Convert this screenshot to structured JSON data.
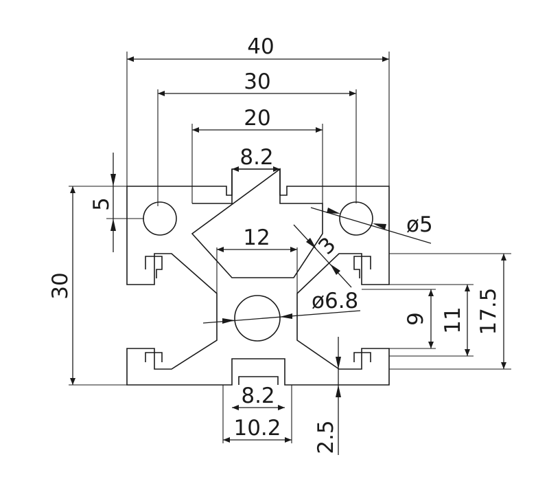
{
  "drawing": {
    "dimensions": {
      "width_outer": "40",
      "width_hole_spacing": "30",
      "width_inner": "20",
      "slot_top": "8.2",
      "web_width": "12",
      "edge_offset": "5",
      "height_total": "30",
      "hole_small": "ø5",
      "diagonal_thickness": "3",
      "hole_center": "ø6.8",
      "height_9": "9",
      "height_11": "11",
      "height_17_5": "17.5",
      "slot_bottom_inner": "8.2",
      "slot_bottom_outer": "10.2",
      "wall_thickness": "2.5"
    }
  }
}
